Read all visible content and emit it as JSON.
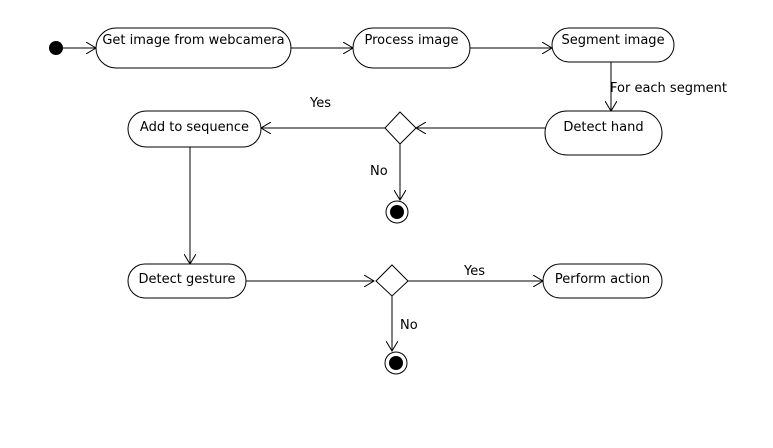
{
  "nodes": {
    "get_image": "Get image from webcamera",
    "process_image": "Process image",
    "segment_image": "Segment image",
    "detect_hand": "Detect hand",
    "add_to_sequence": "Add to sequence",
    "detect_gesture": "Detect gesture",
    "perform_action": "Perform action"
  },
  "edge_labels": {
    "for_each_segment": "For each segment",
    "yes_1": "Yes",
    "no_1": "No",
    "yes_2": "Yes",
    "no_2": "No"
  }
}
